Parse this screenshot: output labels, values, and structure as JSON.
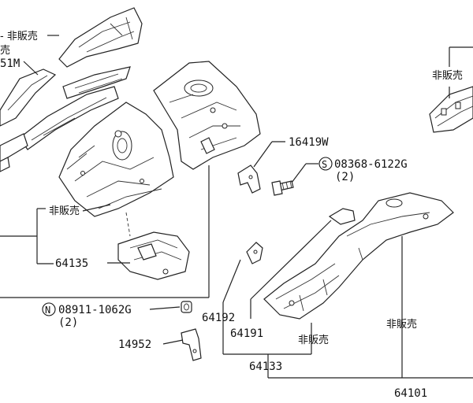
{
  "labels": {
    "not_for_sale": "非販売",
    "p64135": "64135",
    "p16419w": "16419W",
    "s_bolt": "08368-6122G",
    "s_bolt_qty": "(2)",
    "s_prefix": "S",
    "n_nut": "08911-1062G",
    "n_nut_qty": "(2)",
    "n_prefix": "N",
    "p14952": "14952",
    "p64192": "64192",
    "p64191": "64191",
    "p64133": "64133",
    "p64101": "64101",
    "frag_top": "- 非販売",
    "frag_mid": "売",
    "frag_m": "51M"
  }
}
